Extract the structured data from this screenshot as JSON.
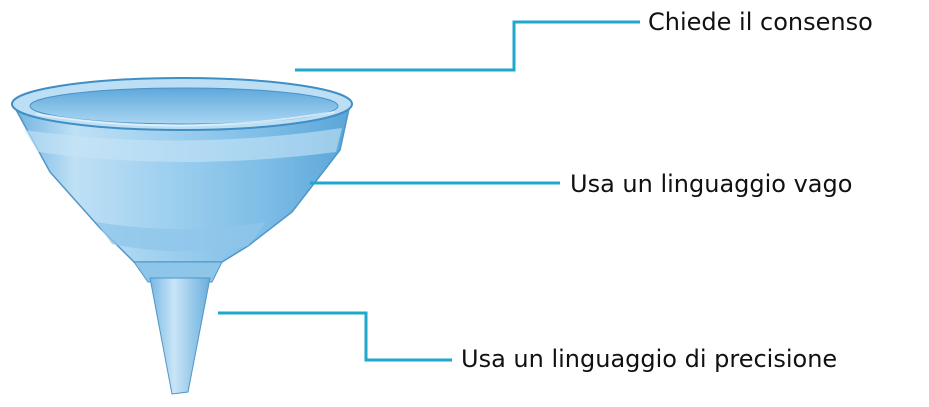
{
  "diagram": {
    "labels": {
      "top": "Chiede il consenso",
      "middle": "Usa un linguaggio vago",
      "bottom": "Usa un linguaggio di precisione"
    },
    "illustration": "funnel",
    "colors": {
      "leader_line": "#1ea8cc",
      "funnel_light": "#cfe8f7",
      "funnel_mid": "#8ec6ea",
      "funnel_dark": "#4f9fd4",
      "funnel_outline": "#3f8ec4",
      "text": "#111111"
    }
  }
}
